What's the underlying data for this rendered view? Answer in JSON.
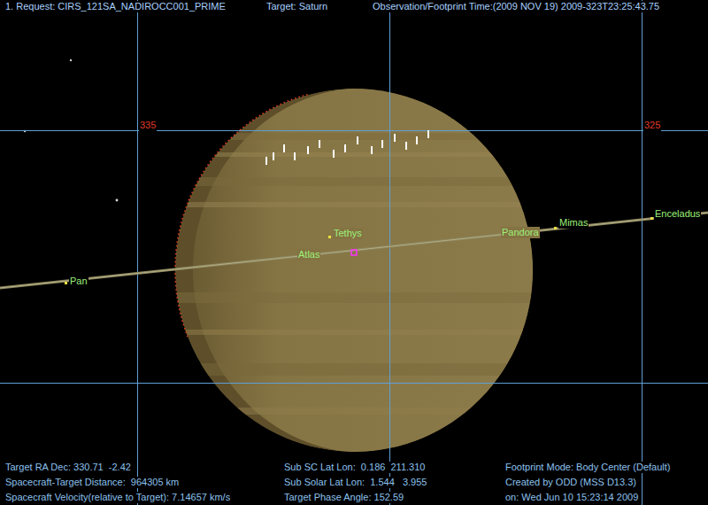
{
  "diagram": {
    "labels": [
      "1. Request: CIRS_121SA_NADIROCC001_PRIME",
      "Target: Saturn",
      "Observation/Footprint Time:(2009 NOV 19) 2009-323T23:25:43.75",
      "335",
      "325",
      "Tethys",
      "Atlas",
      "Pandora",
      "Mimas",
      "Enceladus",
      "Pan",
      "Target RA Dec: 330.71  -2.42",
      "Spacecraft-Target Distance:  964305 km",
      "Spacecraft Velocity(relative to Target): 7.14657 km/s",
      "Sub SC Lat Lon:  0.186  211.310",
      "Sub Solar Lat Lon:  1.544   3.955",
      "Target Phase Angle: 152.59",
      "Footprint Mode: Body Center (Default)",
      "Created by ODD (MSS D13.3)",
      "on: Wed Jun 10 15:23:14 2009"
    ]
  }
}
